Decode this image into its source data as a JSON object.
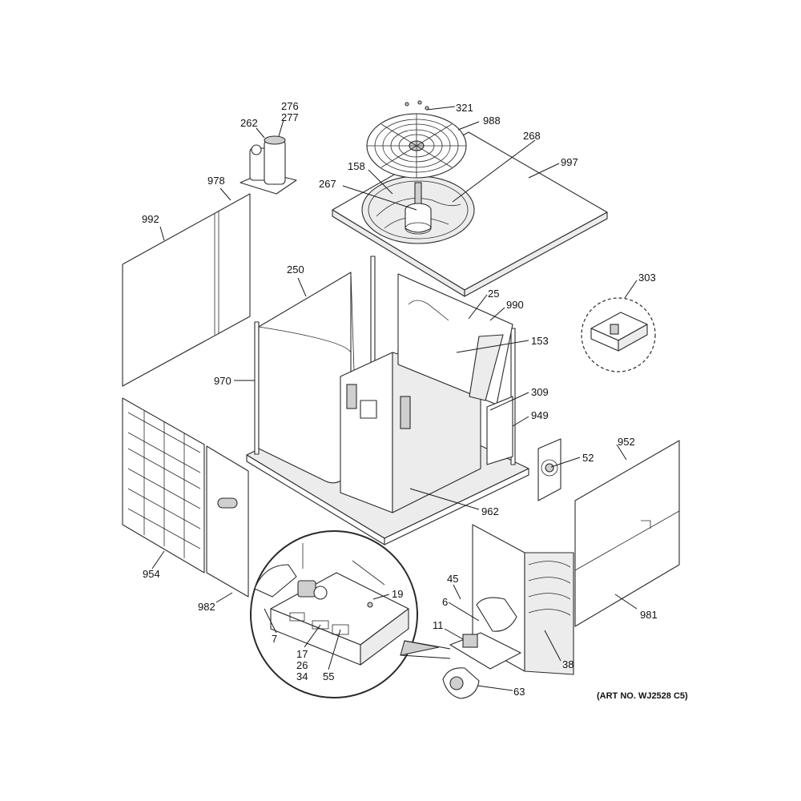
{
  "diagram": {
    "art_number": "(ART NO. WJ2528 C5)",
    "callouts": [
      {
        "id": "c276",
        "label": "276"
      },
      {
        "id": "c277",
        "label": "277"
      },
      {
        "id": "c262",
        "label": "262"
      },
      {
        "id": "c321",
        "label": "321"
      },
      {
        "id": "c988",
        "label": "988"
      },
      {
        "id": "c268",
        "label": "268"
      },
      {
        "id": "c997",
        "label": "997"
      },
      {
        "id": "c978",
        "label": "978"
      },
      {
        "id": "c158",
        "label": "158"
      },
      {
        "id": "c267",
        "label": "267"
      },
      {
        "id": "c992",
        "label": "992"
      },
      {
        "id": "c250",
        "label": "250"
      },
      {
        "id": "c303",
        "label": "303"
      },
      {
        "id": "c25",
        "label": "25"
      },
      {
        "id": "c990",
        "label": "990"
      },
      {
        "id": "c153",
        "label": "153"
      },
      {
        "id": "c970",
        "label": "970"
      },
      {
        "id": "c309",
        "label": "309"
      },
      {
        "id": "c949",
        "label": "949"
      },
      {
        "id": "c952",
        "label": "952"
      },
      {
        "id": "c52",
        "label": "52"
      },
      {
        "id": "c962",
        "label": "962"
      },
      {
        "id": "c954",
        "label": "954"
      },
      {
        "id": "c982",
        "label": "982"
      },
      {
        "id": "c19",
        "label": "19"
      },
      {
        "id": "c45",
        "label": "45"
      },
      {
        "id": "c6",
        "label": "6"
      },
      {
        "id": "c981",
        "label": "981"
      },
      {
        "id": "c7",
        "label": "7"
      },
      {
        "id": "c11",
        "label": "11"
      },
      {
        "id": "c17",
        "label": "17"
      },
      {
        "id": "c26",
        "label": "26"
      },
      {
        "id": "c34",
        "label": "34"
      },
      {
        "id": "c55",
        "label": "55"
      },
      {
        "id": "c38",
        "label": "38"
      },
      {
        "id": "c63",
        "label": "63"
      }
    ]
  }
}
